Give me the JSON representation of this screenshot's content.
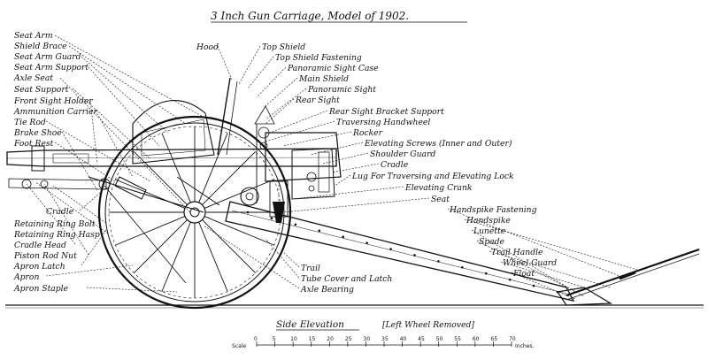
{
  "title": "3 Inch Gun Carriage, Model of 1902.",
  "subtitle": "Side Elevation",
  "note": "[Left Wheel Removed]",
  "scale": {
    "label": "Scale",
    "unit": "Inches.",
    "ticks": [
      "0",
      "5",
      "10",
      "15",
      "20",
      "25",
      "30",
      "35",
      "40",
      "45",
      "50",
      "55",
      "60",
      "65",
      "70"
    ]
  },
  "labels_left": [
    "Seat Arm",
    "Shield Brace",
    "Seat Arm Guard",
    "Seat Arm Support",
    "Axle Seat",
    "Seat Support",
    "Front Sight Holder",
    "Ammunition Carrier",
    "Tie Rod",
    "Brake Shoe",
    "Foot Rest"
  ],
  "labels_bottom_left": [
    "Cradle",
    "Retaining Ring Bolt",
    "Retaining Ring Hasp",
    "Cradle Head",
    "Piston Rod Nut",
    "Apron Latch",
    "Apron",
    "Apron Staple"
  ],
  "labels_right": [
    "Hood",
    "Top Shield",
    "Top Shield Fastening",
    "Panoramic Sight Case",
    "Main Shield",
    "Panoramic Sight",
    "Rear Sight",
    "Rear Sight Bracket Support",
    "Traversing Handwheel",
    "Rocker",
    "Elevating Screws (Inner and Outer)",
    "Shoulder Guard",
    "Cradle",
    "Lug For Traversing and Elevating Lock",
    "Elevating Crank",
    "Seat",
    "Handspike Fastening",
    "Handspike",
    "Lunette",
    "Spade",
    "Trail Handle",
    "Wheel Guard",
    "Float"
  ],
  "labels_bottom_center": [
    "Trail",
    "Tube Cover and Latch",
    "Axle Bearing"
  ]
}
